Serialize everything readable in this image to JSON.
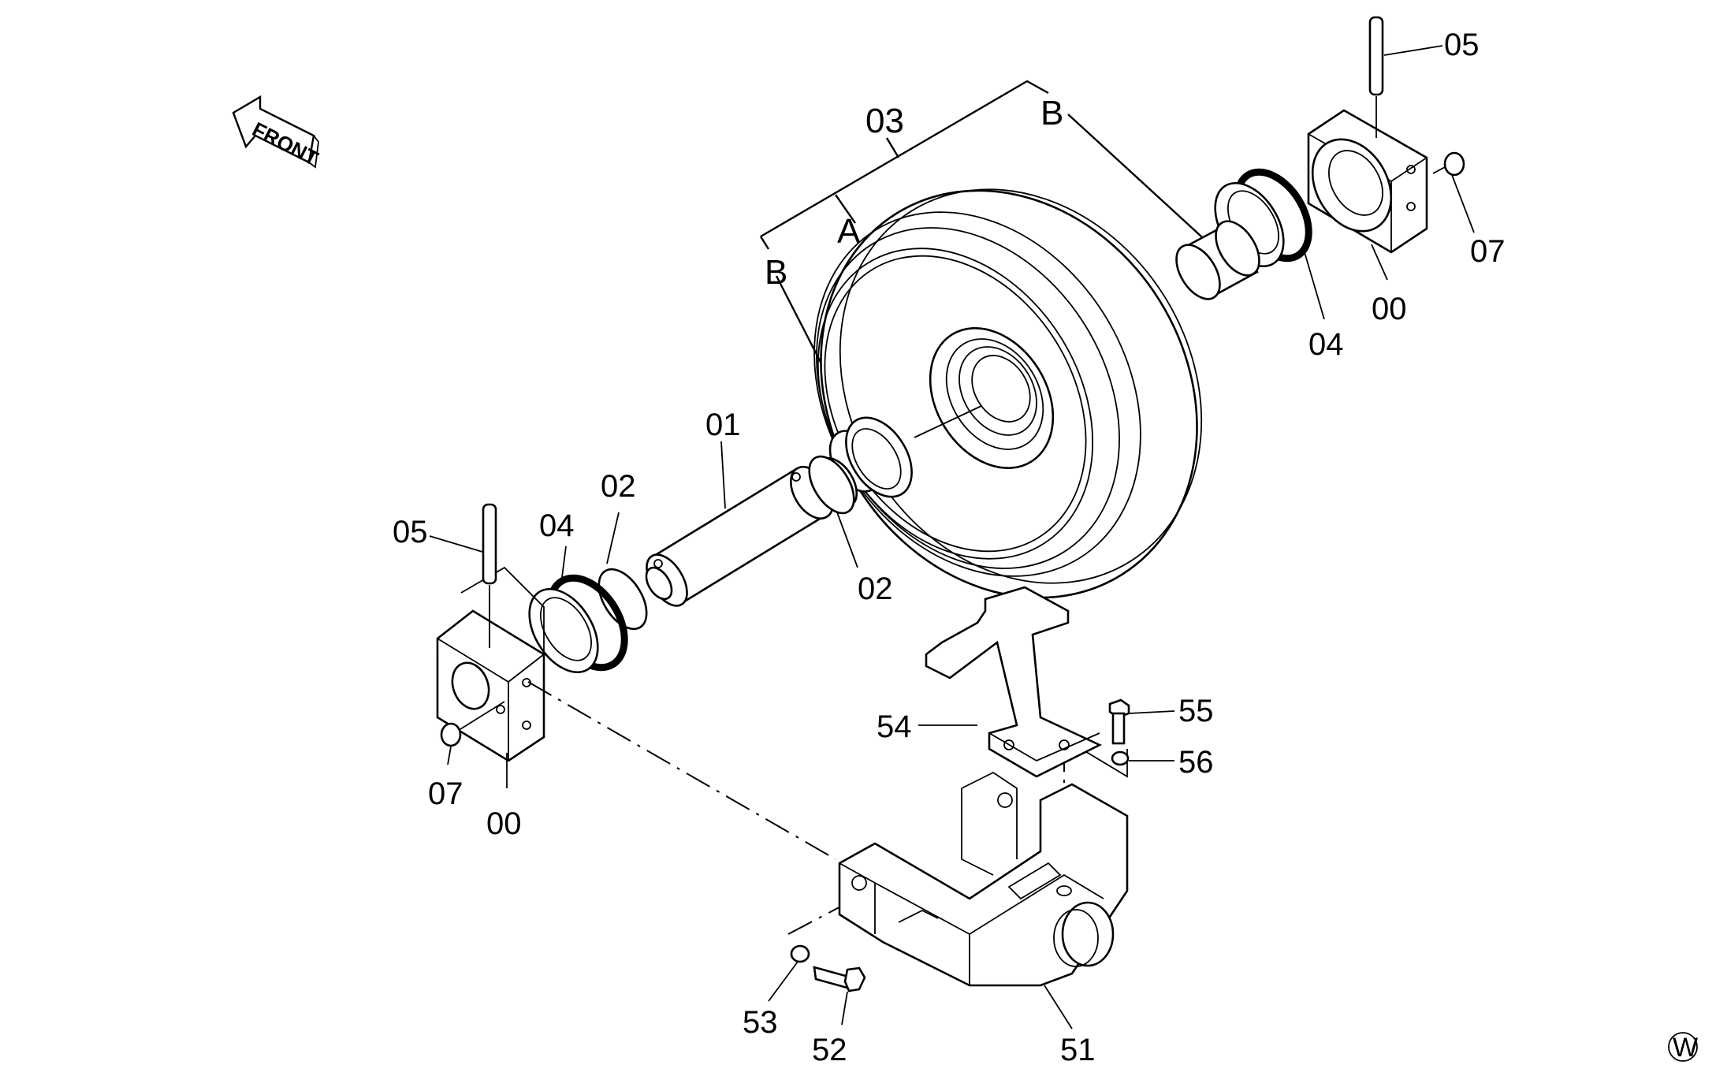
{
  "diagram": {
    "front_label": "FRONT",
    "corner_mark": "W",
    "callouts": {
      "c03": "03",
      "cB_top": "B",
      "cA": "A",
      "cB_left": "B",
      "c05_right": "05",
      "c07_right": "07",
      "c00_right": "00",
      "c04_right": "04",
      "c01": "01",
      "c02_upper": "02",
      "c04_left": "04",
      "c05_left": "05",
      "c02_lower": "02",
      "c07_left": "07",
      "c00_left": "00",
      "c54": "54",
      "c55": "55",
      "c56": "56",
      "c53": "53",
      "c52": "52",
      "c51": "51"
    }
  }
}
